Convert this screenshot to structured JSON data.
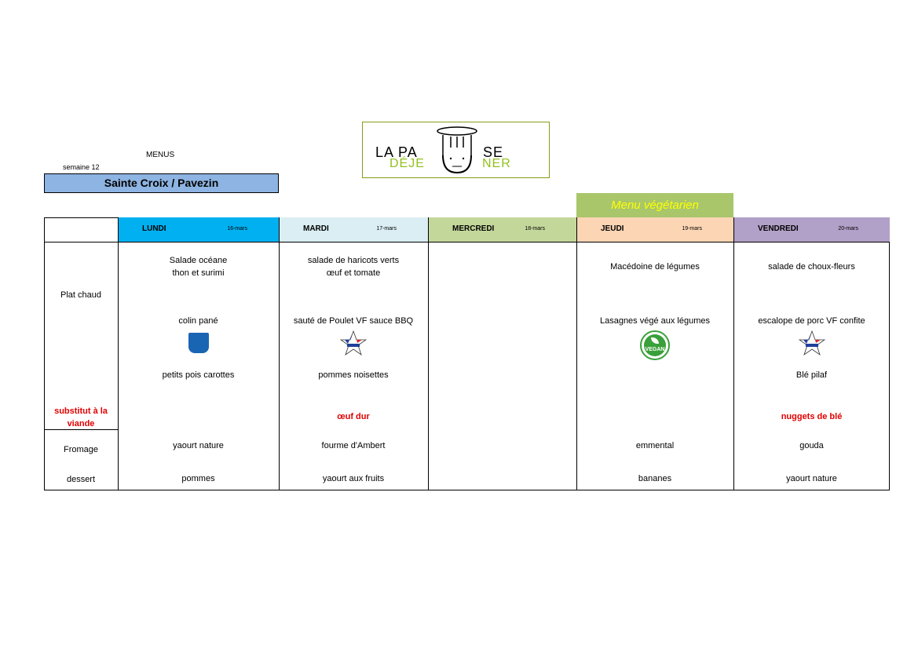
{
  "header": {
    "menus": "MENUS",
    "week": "semaine 12",
    "site": "Sainte Croix / Pavezin",
    "logo": {
      "line1a": "LA PA",
      "line1b": "SE",
      "line2a": "DÉJE",
      "line2b": "NER"
    },
    "veg_banner": "Menu végétarien"
  },
  "row_labels": {
    "plat": "Plat chaud",
    "substitut": "substitut à la viande",
    "fromage": "Fromage",
    "dessert": "dessert"
  },
  "colors": {
    "lundi": "#00b0f0",
    "mardi": "#daeef3",
    "mercredi": "#c4d79b",
    "jeudi": "#fcd5b4",
    "vendredi": "#b1a0c7",
    "site": "#8db4e2",
    "veg": "#a9c66b"
  },
  "days": [
    {
      "name": "LUNDI",
      "date": "16-mars",
      "entree": [
        "Salade océane",
        "thon et surimi"
      ],
      "main": "colin pané",
      "label_icon": "msc-label-icon",
      "side": "petits pois carottes",
      "substitut": "",
      "fromage": "yaourt nature",
      "dessert": "pommes"
    },
    {
      "name": "MARDI",
      "date": "17-mars",
      "entree": [
        "salade de haricots verts",
        "œuf et tomate"
      ],
      "main": "sauté de Poulet VF sauce BBQ",
      "label_icon": "viandes-de-france-icon",
      "side": "pommes noisettes",
      "substitut": "œuf dur",
      "fromage": "fourme d'Ambert",
      "dessert": "yaourt aux fruits"
    },
    {
      "name": "MERCREDI",
      "date": "18-mars",
      "entree": [],
      "main": "",
      "label_icon": "",
      "side": "",
      "substitut": "",
      "fromage": "",
      "dessert": ""
    },
    {
      "name": "JEUDI",
      "date": "19-mars",
      "entree": [
        "Macédoine de légumes"
      ],
      "main": "Lasagnes végé aux légumes",
      "label_icon": "vegan-icon",
      "vegan_text": "VEGAN",
      "side": "",
      "substitut": "",
      "fromage": "emmental",
      "dessert": "bananes"
    },
    {
      "name": "VENDREDI",
      "date": "20-mars",
      "entree": [
        "salade de choux-fleurs"
      ],
      "main": "escalope de porc VF confite",
      "label_icon": "viandes-de-france-icon",
      "side": "Blé pilaf",
      "substitut": "nuggets de blé",
      "fromage": "gouda",
      "dessert": "yaourt nature"
    }
  ]
}
